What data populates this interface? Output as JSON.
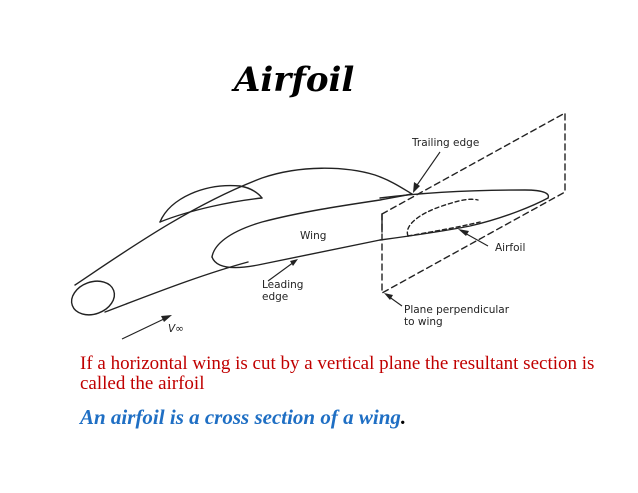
{
  "slide": {
    "title": "Airfoil",
    "labels": {
      "trailing_edge": "Trailing edge",
      "wing": "Wing",
      "airfoil": "Airfoil",
      "leading_edge_line1": "Leading",
      "leading_edge_line2": "edge",
      "plane_line1": "Plane perpendicular",
      "plane_line2": "to wing",
      "velocity": "V∞"
    },
    "caption_red": "If a horizontal wing is cut by a vertical plane the resultant section is called the airfoil",
    "caption_blue": "An airfoil is a cross section of a wing",
    "caption_blue_end": "."
  },
  "colors": {
    "title": "#000000",
    "caption_red": "#c00000",
    "caption_blue": "#1f6fc4",
    "drawing": "#222222"
  }
}
